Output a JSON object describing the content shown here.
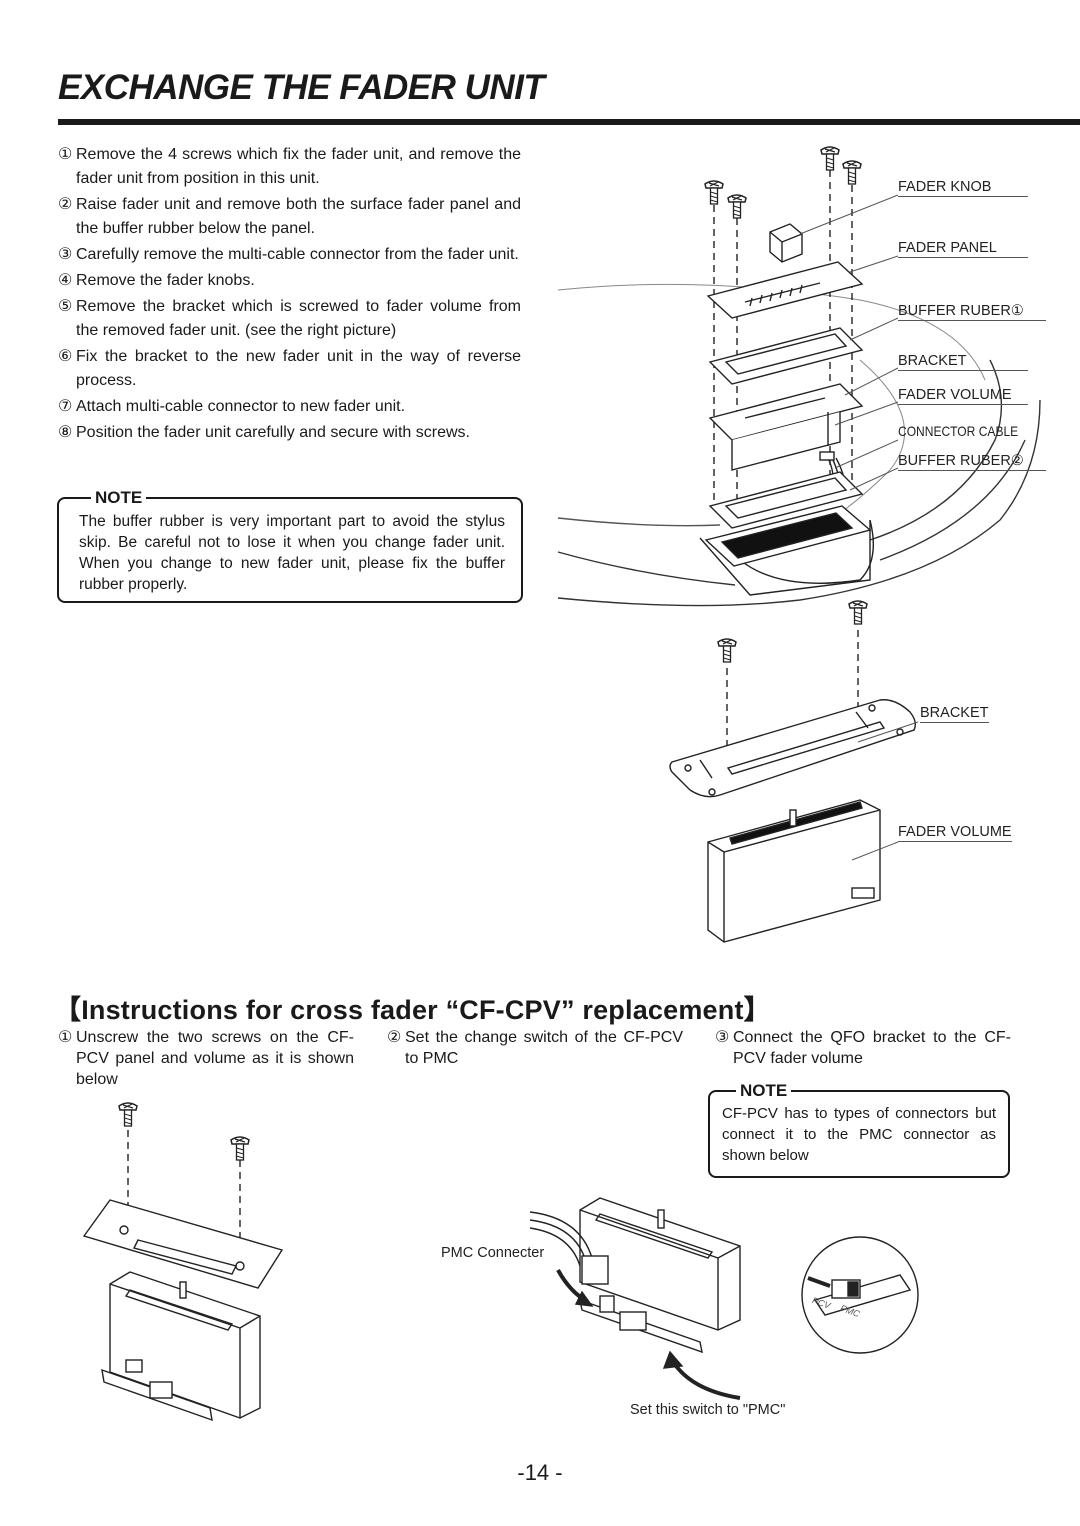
{
  "title": "EXCHANGE THE FADER UNIT",
  "steps": [
    {
      "num": "①",
      "text": "Remove the 4 screws which fix the fader unit, and remove the fader unit from position in this unit."
    },
    {
      "num": "②",
      "text": "Raise fader unit and remove both the surface fader panel and the buffer rubber below the panel."
    },
    {
      "num": "③",
      "text": "Carefully remove the multi-cable connector from the fader unit."
    },
    {
      "num": "④",
      "text": "Remove the fader knobs."
    },
    {
      "num": "⑤",
      "text": "Remove the bracket which is screwed to fader volume from the removed fader unit. (see the right picture)"
    },
    {
      "num": "⑥",
      "text": "Fix the bracket to the new fader unit in the way of reverse process."
    },
    {
      "num": "⑦",
      "text": "Attach multi-cable connector to new fader unit."
    },
    {
      "num": "⑧",
      "text": "Position the fader unit carefully and secure with screws."
    }
  ],
  "note1": {
    "tag": "NOTE",
    "text": "The buffer rubber is very important part to avoid the stylus skip. Be careful not to lose it when you change fader unit. When you change to new fader unit, please fix the buffer rubber properly."
  },
  "diagram1_labels": {
    "fader_knob": "FADER KNOB",
    "fader_panel": "FADER PANEL",
    "buffer_ruber1": "BUFFER RUBER①",
    "bracket": "BRACKET",
    "fader_volume": "FADER VOLUME",
    "connector_cable": "CONNECTOR CABLE",
    "buffer_ruber2": "BUFFER RUBER②"
  },
  "diagram2_labels": {
    "bracket": "BRACKET",
    "fader_volume": "FADER VOLUME"
  },
  "section2_title": "【Instructions for cross fader “CF-CPV” replacement】",
  "section2_steps": [
    {
      "num": "①",
      "text": "Unscrew the two screws on the CF-PCV panel and volume as it is shown below"
    },
    {
      "num": "②",
      "text": "Set the change switch of the CF-PCV to PMC"
    },
    {
      "num": "③",
      "text": "Connect the QFO bracket to the CF-PCV fader volume"
    }
  ],
  "note2": {
    "tag": "NOTE",
    "text": "CF-PCV has to types of connectors but connect it to the PMC connector as shown below"
  },
  "diagram3_labels": {
    "pmc_connecter": "PMC Connecter",
    "set_switch": "Set this switch to \"PMC\"",
    "pcv": "PCV",
    "pmc": "PMC"
  },
  "page_number": "-14 -"
}
